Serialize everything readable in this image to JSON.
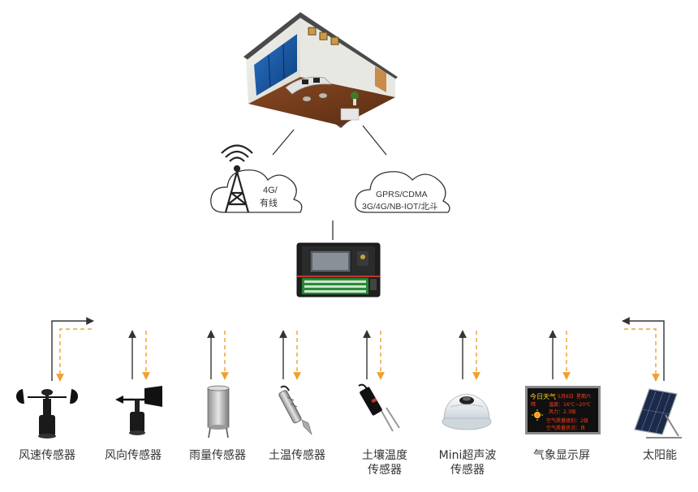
{
  "clouds": {
    "left": {
      "line1": "4G/",
      "line2": "有线"
    },
    "right": {
      "line1": "GPRS/CDMA",
      "line2": "3G/4G/NB-IOT/北斗"
    }
  },
  "display_panel": {
    "header": "今日天气",
    "date": "5月6日",
    "weekday": "星期六",
    "row1_prefix": "晴",
    "row1": "温度：16℃~20℃",
    "row2": "风力：2.3级",
    "row3": "空气质量级别：2级",
    "row4": "空气质量状况：良"
  },
  "sensors": [
    {
      "label": "风速传感器"
    },
    {
      "label": "风向传感器"
    },
    {
      "label": "雨量传感器"
    },
    {
      "label": "土温传感器"
    },
    {
      "label_line1": "土壤温度",
      "label_line2": "传感器"
    },
    {
      "label_line1": "Mini超声波",
      "label_line2": "传感器"
    },
    {
      "label": "气象显示屏"
    },
    {
      "label": "太阳能"
    }
  ],
  "colors": {
    "line": "#333333",
    "dashed_arrow": "#f0a030",
    "led_text": "#ff3b1e",
    "led_green": "#4bdc3c",
    "led_yellow": "#ffd21e"
  }
}
